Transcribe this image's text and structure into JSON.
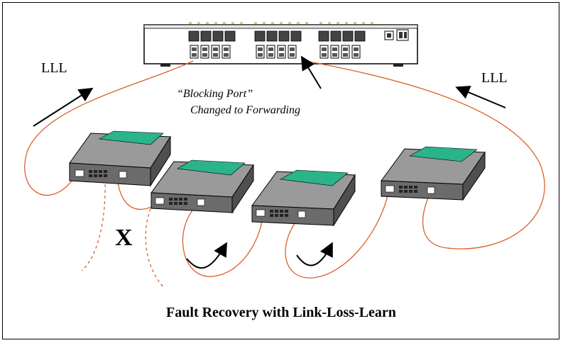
{
  "labels": {
    "lll_left": "LLL",
    "lll_right": "LLL",
    "blocking_line1": "“Blocking Port”",
    "blocking_line2": "Changed to Forwarding",
    "fault_mark": "X",
    "caption": "Fault Recovery with Link-Loss-Learn"
  },
  "colors": {
    "cable": "#d9602a",
    "device_body": "#6b6b6b",
    "device_top": "#9a9a9a",
    "device_screen": "#2bb38a",
    "outline": "#000000"
  }
}
